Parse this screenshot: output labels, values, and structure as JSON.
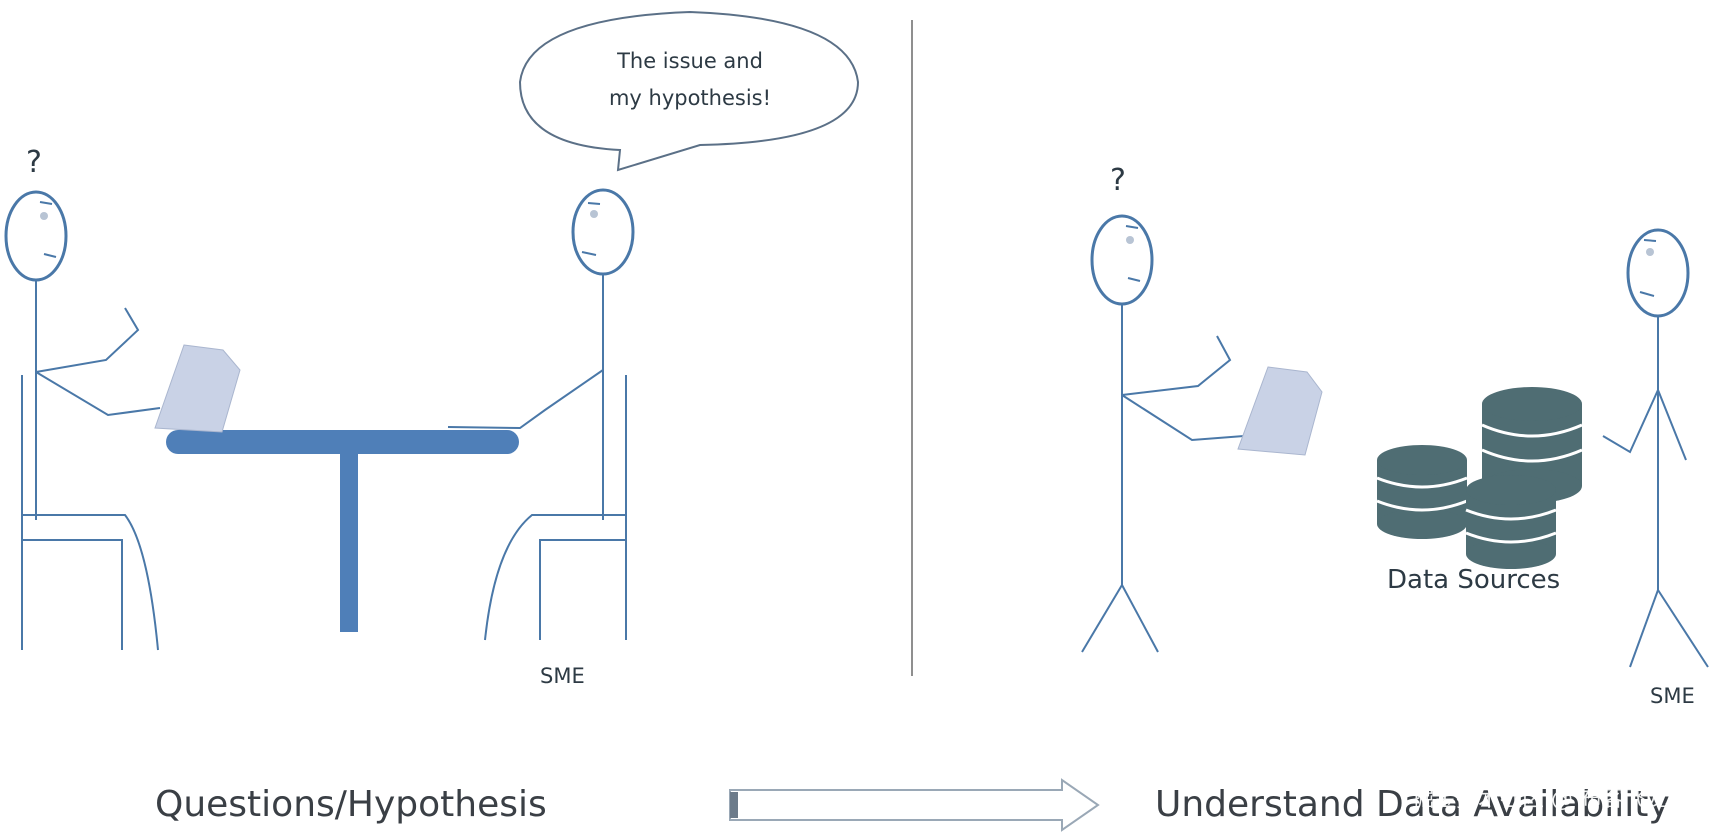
{
  "speech_bubble": {
    "line1": "The issue and",
    "line2": "my hypothesis!"
  },
  "left_panel": {
    "question_mark": "?",
    "sme_label": "SME",
    "caption": "Questions/Hypothesis"
  },
  "right_panel": {
    "question_mark": "?",
    "data_sources_label": "Data Sources",
    "sme_label": "SME",
    "caption": "Understand Data Availability"
  },
  "watermark": "掘金技术社区 @ 布客飞龙",
  "colors": {
    "stroke": "#4a78a8",
    "table": "#4f7fb8",
    "paper": "#c9d2e6",
    "database": "#4f6d73",
    "text": "#2d3a44"
  }
}
